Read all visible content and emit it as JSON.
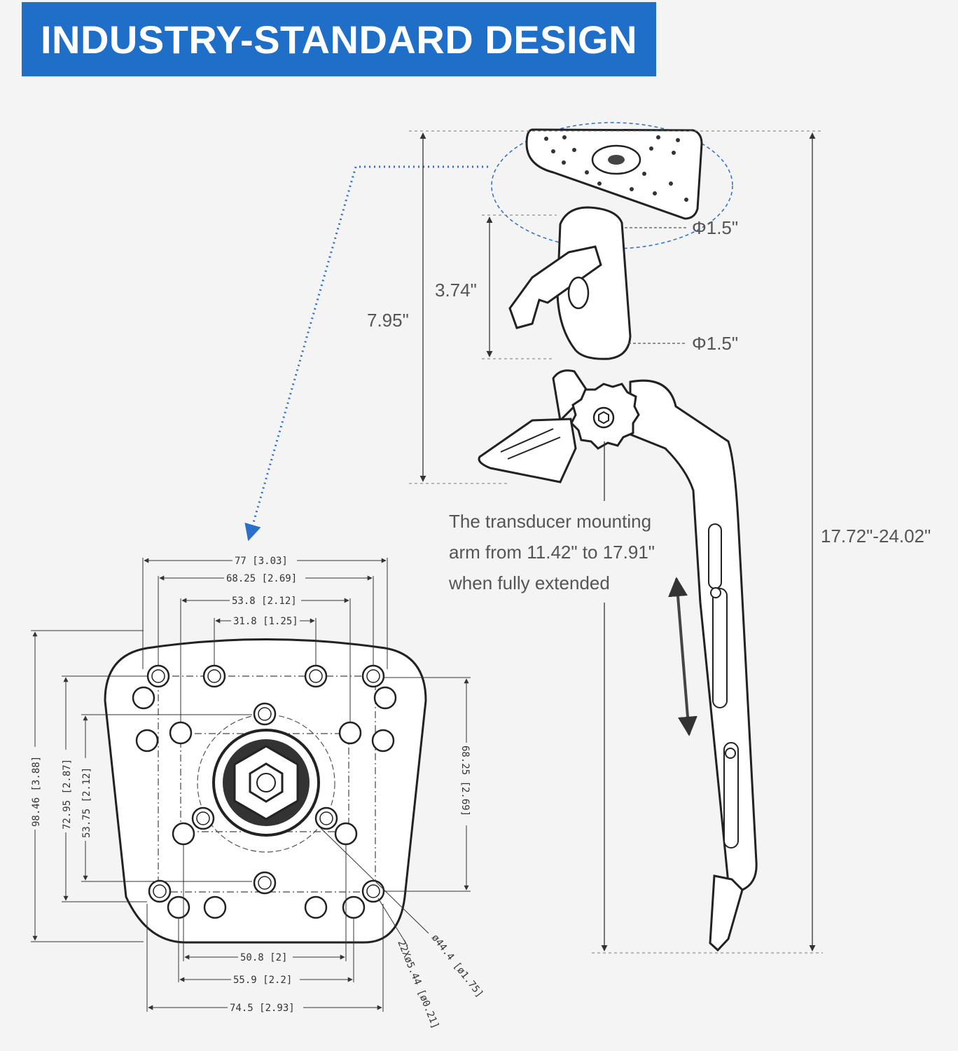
{
  "banner": {
    "title": "INDUSTRY-STANDARD DESIGN",
    "color": "#1f6fc8"
  },
  "side_view": {
    "ball_top": "Φ1.5\"",
    "ball_bottom": "Φ1.5\"",
    "arm_length": "3.74\"",
    "base_height": "7.95\"",
    "total_height": "17.72\"-24.02\"",
    "caption_line1": "The transducer mounting",
    "caption_line2": "arm from 11.42\" to 17.91\"",
    "caption_line3": "when fully extended"
  },
  "plate_drawing": {
    "top_dims": [
      "77 [3.03]",
      "68.25 [2.69]",
      "53.8 [2.12]",
      "31.8 [1.25]"
    ],
    "bottom_dims": [
      "50.8 [2]",
      "55.9 [2.2]",
      "74.5 [2.93]"
    ],
    "left_dims": [
      "98.46 [3.88]",
      "72.95 [2.87]",
      "53.75 [2.12]"
    ],
    "right_dim": "68.25 [2.69]",
    "hole_note": "22Xø5.44 [ø0.21]",
    "circle_note": "ø44.4 [ø1.75]"
  },
  "colors": {
    "accent_dotted": "#2a6fc9",
    "line": "#333333",
    "text": "#555555"
  },
  "icons": [
    "double-arrow-icon"
  ]
}
